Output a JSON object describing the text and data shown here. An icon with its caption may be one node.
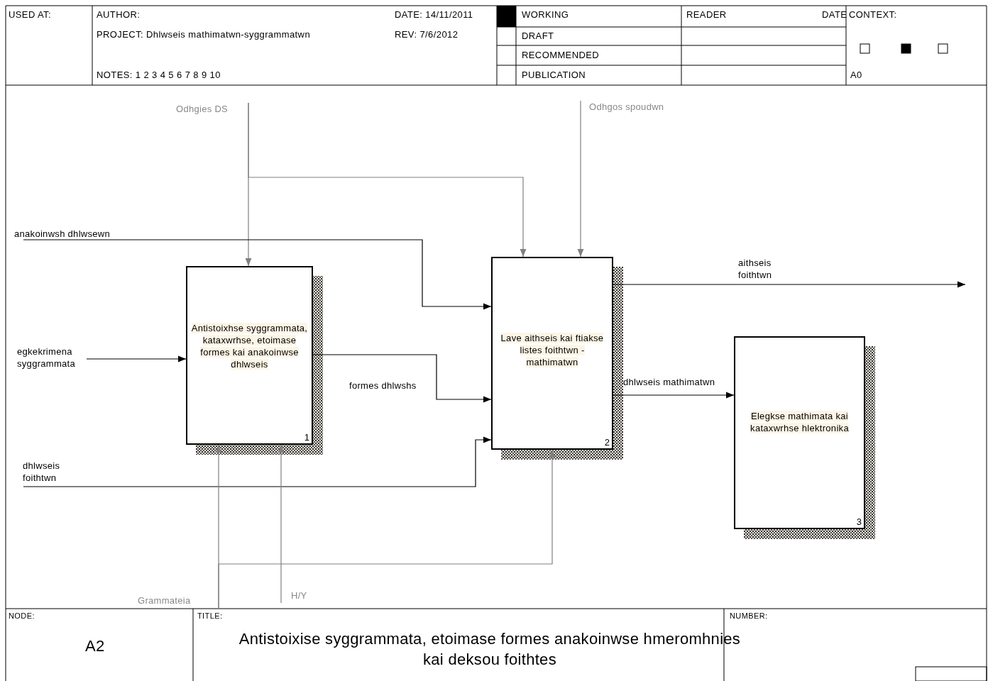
{
  "diagram": {
    "title": "Antistoixise syggrammata, etoimase formes anakoinwse hmeromhnies kai deksou foithtes",
    "nodes": [
      {
        "text": [
          "Antistoixhse syggrammata, kataxwrhse, etoimase formes kai anakoinwse dhlwseis",
          "1"
        ]
      },
      {
        "text": [
          "Lave aithseis kai ftiakse listes foithtwn - mathimatwn",
          "2"
        ]
      },
      {
        "text": [
          "Elegkse mathimata kai kataxwrhse hlektronika",
          "3"
        ]
      },
      {
        "text": [
          "Odhgies DS"
        ]
      },
      {
        "text": [
          "Odhgos spoudwn"
        ]
      },
      {
        "text": [
          "anakoinwsh dhlwsewn"
        ]
      },
      {
        "text": [
          "egkekrimena syggrammata"
        ]
      },
      {
        "text": [
          "dhlwseis foithtwn"
        ]
      },
      {
        "text": [
          "Grammateia"
        ]
      },
      {
        "text": [
          "H/Y"
        ]
      }
    ],
    "edges": [
      {
        "from": 3,
        "to": 0,
        "arrow": "to",
        "color": "#808080"
      },
      {
        "from": 3,
        "to": 1,
        "arrow": "to",
        "color": "#808080"
      },
      {
        "from": 4,
        "to": 1,
        "arrow": "to",
        "color": "#808080"
      },
      {
        "from": 5,
        "to": 1,
        "arrow": "to",
        "color": "#000000"
      },
      {
        "from": 6,
        "to": 0,
        "arrow": "to",
        "color": "#000000"
      },
      {
        "from": 7,
        "to": 1,
        "arrow": "to",
        "color": "#000000"
      },
      {
        "from": 0,
        "to": 1,
        "arrow": "to",
        "label": "formes dhlwshs",
        "color": "#000000"
      },
      {
        "from": 1,
        "to": null,
        "arrow": "to",
        "label": "aithseis foithtwn",
        "color": "#000000"
      },
      {
        "from": 1,
        "to": 2,
        "arrow": "to",
        "label": "dhlwseis mathimatwn",
        "color": "#000000"
      },
      {
        "from": 8,
        "to": 0,
        "arrow": "to",
        "color": "#808080"
      },
      {
        "from": 8,
        "to": 1,
        "arrow": "to",
        "color": "#808080"
      },
      {
        "from": 9,
        "to": 0,
        "arrow": "to",
        "color": "#808080"
      }
    ],
    "labels": [
      "USED AT:",
      "AUTHOR:",
      "DATE: 14/11/2011",
      "WORKING",
      "READER",
      "DATE",
      "CONTEXT:",
      "PROJECT: Dhlwseis mathimatwn-syggrammatwn",
      "REV: 7/6/2012",
      "DRAFT",
      "RECOMMENDED",
      "NOTES: 1 2 3 4 5 6 7 8 9 10",
      "PUBLICATION",
      "A0",
      "NODE:",
      "A2",
      "TITLE:",
      "NUMBER:"
    ]
  }
}
